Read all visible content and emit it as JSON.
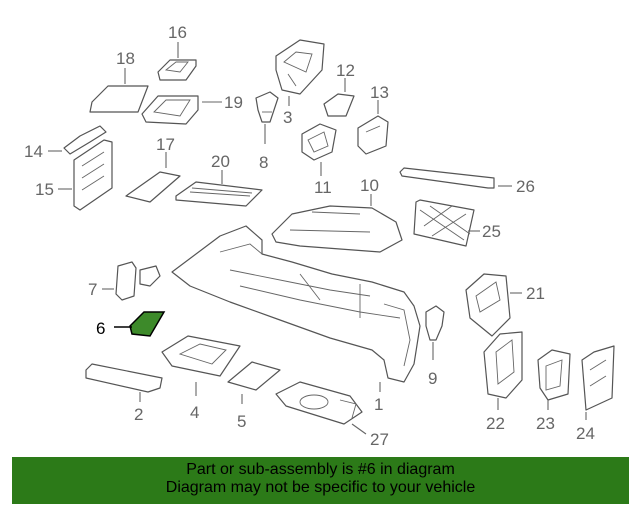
{
  "diagram": {
    "highlight_color": "#3d8a2a",
    "labels": [
      {
        "id": "2",
        "text": "2"
      },
      {
        "id": "4",
        "text": "4"
      },
      {
        "id": "5",
        "text": "5"
      },
      {
        "id": "6",
        "text": "6"
      },
      {
        "id": "7",
        "text": "7"
      },
      {
        "id": "8",
        "text": "8"
      },
      {
        "id": "9",
        "text": "9"
      },
      {
        "id": "10",
        "text": "10"
      },
      {
        "id": "11",
        "text": "11"
      },
      {
        "id": "12",
        "text": "12"
      },
      {
        "id": "13",
        "text": "13"
      },
      {
        "id": "14",
        "text": "14"
      },
      {
        "id": "15",
        "text": "15"
      },
      {
        "id": "16",
        "text": "16"
      },
      {
        "id": "17",
        "text": "17"
      },
      {
        "id": "18",
        "text": "18"
      },
      {
        "id": "19",
        "text": "19"
      },
      {
        "id": "20",
        "text": "20"
      },
      {
        "id": "21",
        "text": "21"
      },
      {
        "id": "22",
        "text": "22"
      },
      {
        "id": "23",
        "text": "23"
      },
      {
        "id": "24",
        "text": "24"
      },
      {
        "id": "25",
        "text": "25"
      },
      {
        "id": "26",
        "text": "26"
      },
      {
        "id": "27",
        "text": "27"
      },
      {
        "id": "1",
        "text": "1"
      },
      {
        "id": "3",
        "text": "3"
      }
    ]
  },
  "banner": {
    "background": "#2c7a18",
    "line1": "Part or sub-assembly is #6 in diagram",
    "line2": "Diagram may not be specific to your vehicle"
  }
}
